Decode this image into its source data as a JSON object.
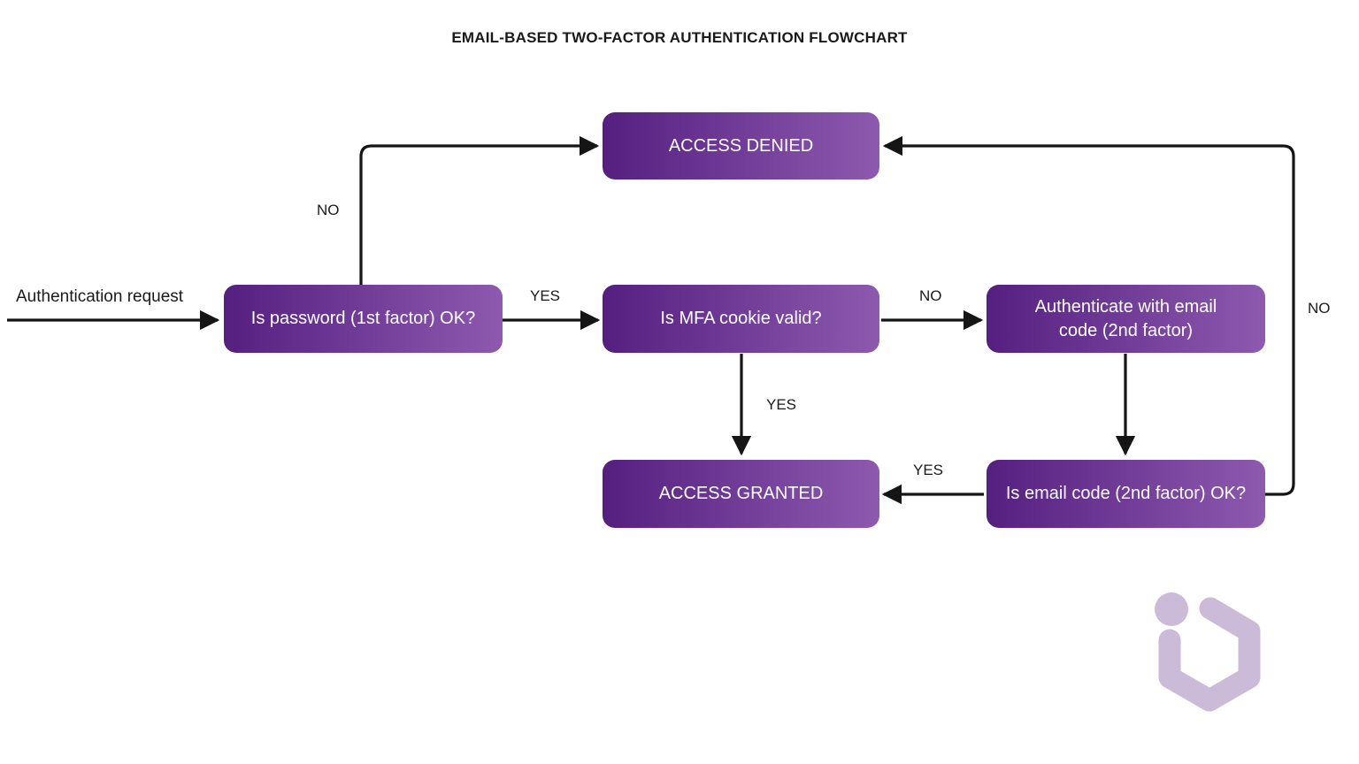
{
  "title": "EMAIL-BASED TWO-FACTOR AUTHENTICATION FLOWCHART",
  "theme": {
    "background": "#ffffff",
    "node_gradient_start": "#551f80",
    "node_gradient_end": "#8d5aaf",
    "node_text": "#ffffff",
    "edge_color": "#151515",
    "label_text": "#1a1a1a",
    "logo_color": "#cbbad8"
  },
  "chart_data": {
    "type": "diagram",
    "diagram_kind": "flowchart",
    "title": "EMAIL-BASED TWO-FACTOR AUTHENTICATION FLOWCHART",
    "nodes": [
      {
        "id": "denied",
        "label": "ACCESS DENIED"
      },
      {
        "id": "password",
        "label": "Is password (1st factor) OK?"
      },
      {
        "id": "cookie",
        "label": "Is MFA cookie valid?"
      },
      {
        "id": "authmail",
        "label": "Authenticate with email code (2nd factor)",
        "line1": "Authenticate with email",
        "line2": "code (2nd factor)"
      },
      {
        "id": "granted",
        "label": "ACCESS GRANTED"
      },
      {
        "id": "emailok",
        "label": "Is email code (2nd factor) OK?"
      }
    ],
    "entry_label": "Authentication request",
    "edges": [
      {
        "from": "start",
        "to": "password",
        "label": ""
      },
      {
        "from": "password",
        "to": "denied",
        "label": "NO"
      },
      {
        "from": "password",
        "to": "cookie",
        "label": "YES"
      },
      {
        "from": "cookie",
        "to": "authmail",
        "label": "NO"
      },
      {
        "from": "cookie",
        "to": "granted",
        "label": "YES"
      },
      {
        "from": "authmail",
        "to": "emailok",
        "label": ""
      },
      {
        "from": "emailok",
        "to": "granted",
        "label": "YES"
      },
      {
        "from": "emailok",
        "to": "denied",
        "label": "NO"
      }
    ]
  },
  "labels": {
    "entry": "Authentication request",
    "no_password": "NO",
    "yes_password": "YES",
    "no_cookie": "NO",
    "yes_cookie": "YES",
    "yes_emailcode": "YES",
    "no_emailcode": "NO"
  },
  "nodes": {
    "denied": "ACCESS DENIED",
    "password": "Is password (1st factor) OK?",
    "cookie": "Is MFA cookie valid?",
    "authmail_line1": "Authenticate with email",
    "authmail_line2": "code (2nd factor)",
    "granted": "ACCESS GRANTED",
    "emailok": "Is email code (2nd factor) OK?"
  },
  "logo": {
    "name": "brand-logo"
  }
}
